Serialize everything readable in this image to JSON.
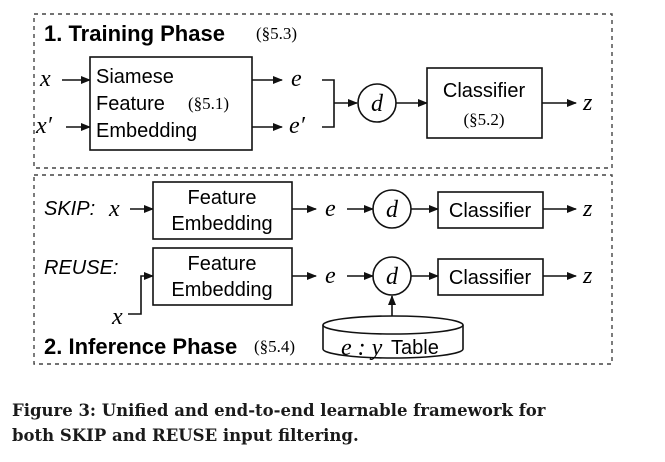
{
  "training": {
    "title": "1. Training Phase",
    "ref": "(§5.3)",
    "input_x": "x",
    "input_x_prime": "x′",
    "siamese": {
      "line1": "Siamese",
      "line2": "Feature",
      "line2_ref": "(§5.1)",
      "line3": "Embedding"
    },
    "out_e": "e",
    "out_e_prime": "e′",
    "distance": "d",
    "classifier": {
      "label": "Classifier",
      "ref": "(§5.2)"
    },
    "output": "z"
  },
  "inference": {
    "title": "2. Inference Phase",
    "ref": "(§5.4)",
    "skip": {
      "mode_label": "SKIP:",
      "input": "x",
      "embed_line1": "Feature",
      "embed_line2": "Embedding",
      "out_e": "e",
      "distance": "d",
      "classifier": "Classifier",
      "output": "z"
    },
    "reuse": {
      "mode_label": "REUSE:",
      "input": "x",
      "embed_line1": "Feature",
      "embed_line2": "Embedding",
      "out_e": "e",
      "distance": "d",
      "classifier": "Classifier",
      "output": "z",
      "table": {
        "math": "e : y",
        "label": "Table"
      }
    }
  },
  "caption": {
    "line1": "Figure 3: Unified and end-to-end learnable framework for",
    "line2": "both SKIP and REUSE input filtering."
  }
}
